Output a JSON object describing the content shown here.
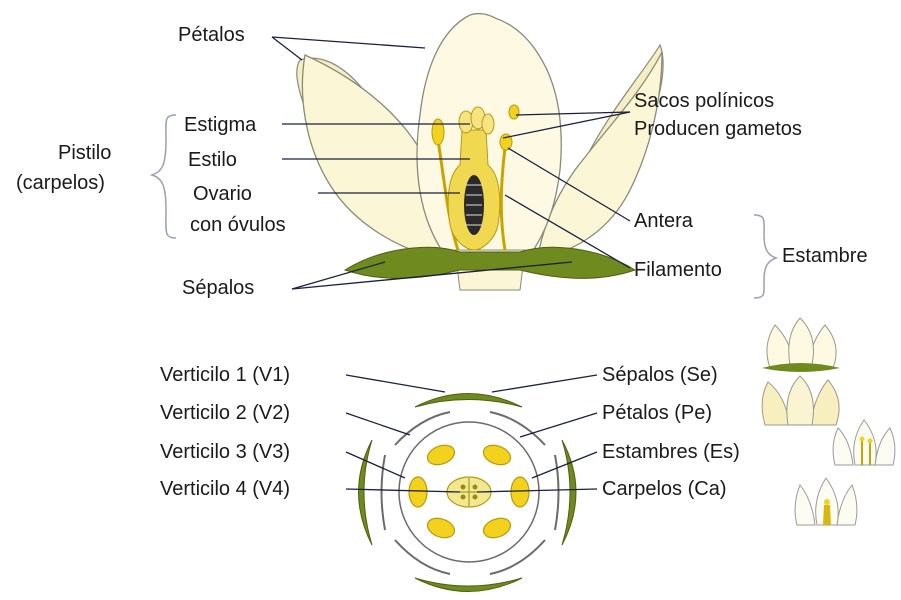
{
  "flower_labels": {
    "petalos": "Pétalos",
    "pistilo": "Pistilo",
    "carpelos": "(carpelos)",
    "estigma": "Estigma",
    "estilo": "Estilo",
    "ovario": "Ovario",
    "con_ovulos": "con óvulos",
    "sepalos": "Sépalos",
    "sacos_polinicos": "Sacos polínicos",
    "producen_gametos": "Producen gametos",
    "antera": "Antera",
    "filamento": "Filamento",
    "estambre": "Estambre"
  },
  "whorl_labels": {
    "left": [
      "Verticilo 1 (V1)",
      "Verticilo 2 (V2)",
      "Verticilo 3 (V3)",
      "Verticilo 4 (V4)"
    ],
    "right": [
      "Sépalos (Se)",
      "Pétalos (Pe)",
      "Estambres (Es)",
      "Carpelos (Ca)"
    ]
  },
  "colors": {
    "sepal_green": "#6f8a1e",
    "petal_cream": "#fbf6d6",
    "petal_outline": "#8a8a7a",
    "stamen_yellow": "#f2d21c",
    "style_yellow": "#f0d850",
    "bracket_gray": "#9aa0b4",
    "line_navy": "#1a2040"
  }
}
